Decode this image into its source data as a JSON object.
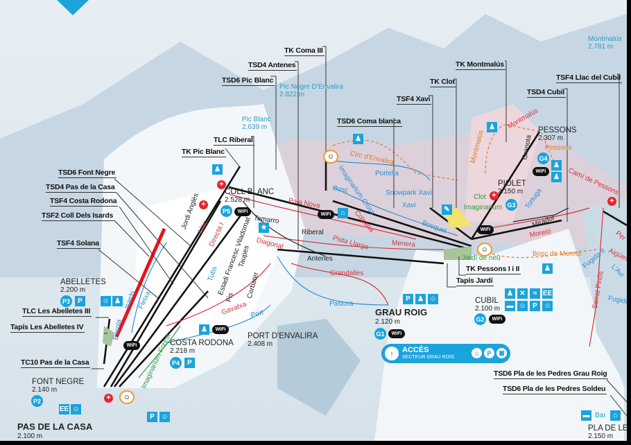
{
  "lifts": {
    "tk_coma_iii": "TK Coma III",
    "tsd4_antenes": "TSD4 Antenes",
    "tsd6_pic_blanc": "TSD6 Pic Blanc",
    "tlc_riberal": "TLC Riberal",
    "tk_pic_blanc": "TK Pic Blanc",
    "tsd6_font_negre": "TSD6 Font Negre",
    "tsd4_pas_de_la_casa": "TSD4 Pas de la Casa",
    "tsf4_costa_rodona": "TSF4 Costa Rodona",
    "tsf2_coll_dels_isards": "TSF2 Coll Dels Isards",
    "tsf4_solana": "TSF4 Solana",
    "tlc_les_abelletes_iii": "TLC Les Abelletes III",
    "tapis_les_abelletes_iv": "Tapís Les Abelletes IV",
    "tc10_pas_de_la_casa": "TC10 Pas de la Casa",
    "tsd6_coma_blanca": "TSD6 Coma blanca",
    "tsf4_xavi": "TSF4 Xavi",
    "tk_clot": "TK Clot",
    "tk_montmalus": "TK Montmalús",
    "tsd4_cubil": "TSD4 Cubil",
    "tsf4_llac_del_cubil": "TSF4 Llac del Cubil",
    "tk_pessons": "TK Pessons I i II",
    "tapis_jardi": "Tapís Jardí",
    "tsd6_pla_pedres_grau_roig": "TSD6 Pla de les Pedres Grau Roig",
    "tsd6_pla_pedres_soldeu": "TSD6 Pla de les Pedres Soldeu"
  },
  "areas": {
    "abelletes": {
      "name": "ABELLETES",
      "alt": "2.200 m"
    },
    "font_negre": {
      "name": "FONT NEGRE",
      "alt": "2.140 m"
    },
    "pas_de_la_casa": {
      "name": "PAS DE LA CASA",
      "alt": "2.100 m"
    },
    "costa_rodona": {
      "name": "COSTA RODONA",
      "alt": "2.218 m"
    },
    "port_envalira": {
      "name": "PORT D'ENVALIRA",
      "alt": "2.408 m"
    },
    "grau_roig": {
      "name": "GRAU ROIG",
      "alt": "2.120 m"
    },
    "cubil": {
      "name": "CUBIL",
      "alt": "2.100 m"
    },
    "coll_blanc": {
      "name": "COLL BLANC",
      "alt": "2.528 m"
    },
    "pessons": {
      "name": "PESSONS",
      "alt": "2.307 m"
    },
    "piolet": {
      "name": "PIOLET",
      "alt": "2.150 m"
    },
    "pla_de_les": {
      "name": "PLA DE LES",
      "alt": "2.150 m"
    }
  },
  "peaks": {
    "pic_blanc": {
      "name": "Pic Blanc",
      "alt": "2.639 m"
    },
    "pic_negre": {
      "name": "Pic Negre D'Envalira",
      "alt": "2.822 m"
    },
    "montmalus": {
      "name": "Montmalús",
      "alt": "2.781 m"
    }
  },
  "pistes": {
    "blue": [
      "Bosc",
      "Portella",
      "Snowpark Xavi",
      "Bosquet",
      "Xavi",
      "Tubs",
      "Fletxa",
      "Isards",
      "Escola",
      "Port",
      "Pastora",
      "Tortuga",
      "Fugida II",
      "L'Avi",
      "Fugida I",
      "Imaginarium Cross"
    ],
    "red": [
      "Pala Nova",
      "Colpana",
      "Pista Llarga",
      "Menera",
      "Grandalles",
      "Llac",
      "Directa I",
      "Diagonal",
      "Gavatxa",
      "Moretó",
      "Camí de Pessons",
      "Montmalús",
      "Serrat Pinós",
      "Aigües",
      "Per"
    ],
    "black": [
      "Tamarro",
      "Riberal",
      "Antenes",
      "Jordi Anglès",
      "Estadi Francesc Viladomat",
      "Taupes",
      "Fis",
      "Corbater",
      "Mirador",
      "Granota"
    ],
    "green": [
      "Imaginarium Forest",
      "Imaginarium",
      "Clot",
      "Jardí de neu"
    ],
    "orange": [
      "Circ d'Envalira",
      "Pessons",
      "Bosc de Moretó",
      "Montmalús"
    ]
  },
  "badges": {
    "p": "P",
    "p2": "P2",
    "p3": "P3",
    "p4": "P4",
    "p5": "P5",
    "g1": "G1",
    "g2": "G2",
    "g3": "G3",
    "g4": "G4",
    "wifi": "WiFi",
    "ee": "EE",
    "bar": "Bar",
    "cross": "+"
  },
  "acces": {
    "title": "ACCÈS",
    "subtitle": "SECTEUR GRAU ROIG"
  },
  "colors": {
    "blue_piste": "#2a8fcf",
    "red_piste": "#d8333a",
    "black_piste": "#222222",
    "green_piste": "#2e9a45",
    "orange_trail": "#e07a2a",
    "service": "#1ba3dc",
    "highlight_lift": "#e8141c"
  }
}
